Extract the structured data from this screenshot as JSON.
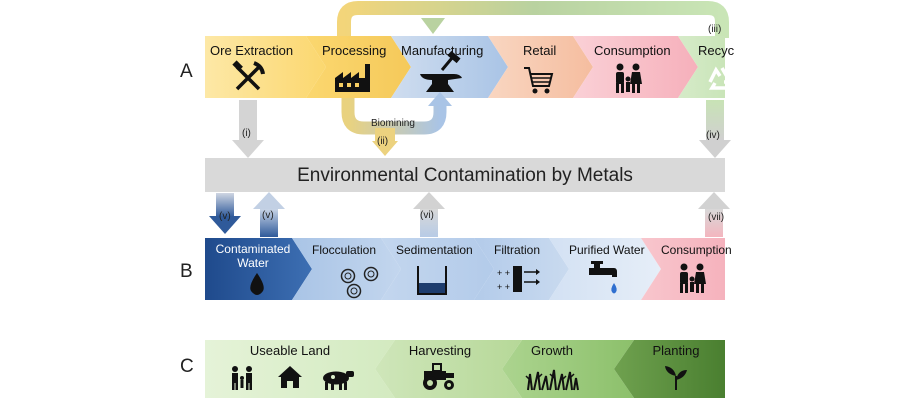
{
  "row_a": {
    "label": "A",
    "stages": [
      {
        "label": "Ore Extraction",
        "color": "#fbd76f",
        "icon": "hammer-pick-icon"
      },
      {
        "label": "Processing",
        "color": "#f8cf63",
        "icon": "factory-icon"
      },
      {
        "label": "Manufacturing",
        "color": "#b6cde8",
        "icon": "anvil-hammer-icon"
      },
      {
        "label": "Retail",
        "color": "#f6c3a7",
        "icon": "shopping-cart-icon"
      },
      {
        "label": "Consumption",
        "color": "#f7b5bf",
        "icon": "people-icon"
      },
      {
        "label": "Recyc",
        "color": "#c6e4b4",
        "icon": "recycle-icon"
      }
    ],
    "biomining_label": "Biomining"
  },
  "markers": {
    "i": "(i)",
    "ii": "(ii)",
    "iii": "(iii)",
    "iv": "(iv)",
    "v1": "(v)",
    "v2": "(v)",
    "vi": "(vi)",
    "vii": "(vii)"
  },
  "banner": {
    "text": "Environmental Contamination by Metals",
    "color": "#d8d8d8"
  },
  "row_b": {
    "label": "B",
    "stages": [
      {
        "label_line1": "Contaminated",
        "label_line2": "Water",
        "color": "#2f5a9a",
        "icon": "drop-icon"
      },
      {
        "label_line1": "Flocculation",
        "label_line2": "",
        "color": "#b5cde8",
        "icon": "floc-particles-icon"
      },
      {
        "label_line1": "Sedimentation",
        "label_line2": "",
        "color": "#c3d6ee",
        "icon": "beaker-icon"
      },
      {
        "label_line1": "Filtration",
        "label_line2": "",
        "color": "#b9d0ea",
        "icon": "filter-icon"
      },
      {
        "label_line1": "Purified Water",
        "label_line2": "",
        "color": "#dde8f5",
        "icon": "tap-icon"
      },
      {
        "label_line1": "Consumption",
        "label_line2": "",
        "color": "#f7b5bf",
        "icon": "people-icon"
      }
    ]
  },
  "row_c": {
    "label": "C",
    "stages": [
      {
        "label": "Useable Land",
        "color": "#dbeecb",
        "icons": [
          "family-icon",
          "house-icon",
          "cow-icon"
        ]
      },
      {
        "label": "Harvesting",
        "color": "#c3dfaa",
        "icons": [
          "tractor-icon"
        ]
      },
      {
        "label": "Growth",
        "color": "#9cca7e",
        "icons": [
          "crops-icon"
        ]
      },
      {
        "label": "Planting",
        "color": "#5a8e3e",
        "icons": [
          "sprout-icon"
        ]
      }
    ]
  }
}
